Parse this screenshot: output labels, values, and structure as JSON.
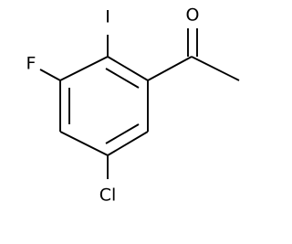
{
  "atoms": {
    "oxygen": "O",
    "iodine": "I",
    "fluorine": "F",
    "chlorine": "Cl"
  },
  "colors": {
    "bond": "#000000",
    "label": "#000000",
    "background": "#ffffff"
  }
}
